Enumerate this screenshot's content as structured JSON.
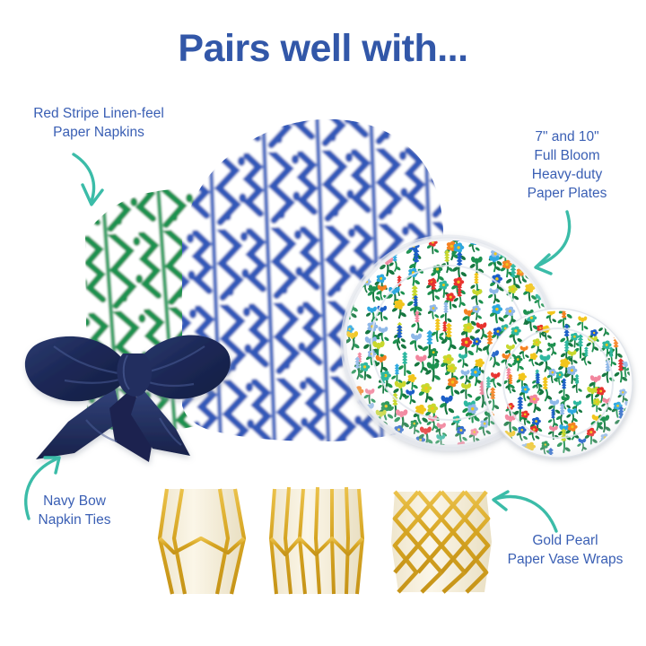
{
  "title": "Pairs well with...",
  "theme": {
    "background": "#ffffff",
    "title_color": "#3257A8",
    "label_color": "#3A5FB4",
    "arrow_color": "#3BBCA8",
    "napkin_green": "#1E9150",
    "napkin_blue": "#3258B8",
    "bow_navy": "#1E2A5A",
    "wrap_gold": "#D8A92A",
    "wrap_cream": "#F7F0DC"
  },
  "labels": {
    "napkins": {
      "lines": [
        "Red Stripe Linen-feel",
        "Paper Napkins"
      ]
    },
    "plates": {
      "lines": [
        "7\" and 10\"",
        "Full Bloom",
        "Heavy-duty",
        "Paper Plates"
      ]
    },
    "bow": {
      "lines": [
        "Navy Bow",
        "Napkin Ties"
      ]
    },
    "wraps": {
      "lines": [
        "Gold Pearl",
        "Paper Vase Wraps"
      ]
    }
  },
  "products": [
    {
      "name": "green-ikat-napkins",
      "pattern": "ikat-chevron",
      "color": "#1E9150"
    },
    {
      "name": "blue-ikat-napkins",
      "pattern": "ikat-chevron",
      "color": "#3258B8"
    },
    {
      "name": "floral-paper-plates",
      "count": 2,
      "sizes": [
        "10\"",
        "7\""
      ]
    },
    {
      "name": "navy-velvet-bow",
      "color": "#1E2A5A"
    },
    {
      "name": "gold-vase-wraps",
      "count": 3,
      "styles": [
        "tapered",
        "accordion",
        "diamond-lattice"
      ]
    }
  ],
  "floral_palette": [
    "#E8312F",
    "#F2C51C",
    "#1E5FC8",
    "#2EA8E0",
    "#F2869E",
    "#F58220",
    "#2FB8A0",
    "#C8D82E",
    "#1E9150",
    "#8FB8E8"
  ]
}
